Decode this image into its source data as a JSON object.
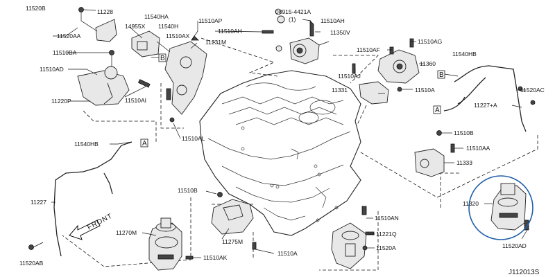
{
  "diagram": {
    "drawing_number": "J112013S",
    "front_label": "FRONT",
    "highlight_color": "#1f5fa8",
    "ref_tag_b": "B",
    "ref_tag_a": "A",
    "part_labels": {
      "p11520B": "11520B",
      "p11228": "11228",
      "p11520AA": "11520AA",
      "p14955X": "14955X",
      "p11540HA": "11540HA",
      "p11540H": "11540H",
      "p11510AX": "11510AX",
      "p11510AP": "11510AP",
      "p11510AH_a": "11510AH",
      "p11231M": "11231M",
      "p08915": "08915-4421A",
      "p08915_qty": "(1)",
      "p11510AH_b": "11510AH",
      "p11350V": "11350V",
      "p11510BA": "11510BA",
      "p11510AD": "11510AD",
      "p11220P": "11220P",
      "p11510AI": "11510AI",
      "p11510AL": "11510AL",
      "p11510AF": "11510AF",
      "p11510AG": "11510AG",
      "p11540HB_top": "11540HB",
      "p11360": "11360",
      "p11510AJ": "11510AJ",
      "p11331": "11331",
      "p11510A_r": "11510A",
      "p11520AC": "11520AC",
      "p11227A": "11227+A",
      "p11510B_r": "11510B",
      "p11510AA": "11510AA",
      "p11333": "11333",
      "p11540HB_left": "11540HB",
      "p11227": "11227",
      "p11510B_c": "11510B",
      "p11270M": "11270M",
      "p11275M": "11275M",
      "p11510AN": "11510AN",
      "p11221Q": "11221Q",
      "p11520A": "11520A",
      "p11510AK": "11510AK",
      "p11510A_b": "11510A",
      "p11320": "11320",
      "p11520AD": "11520AD",
      "p11520AB": "11520AB"
    }
  }
}
